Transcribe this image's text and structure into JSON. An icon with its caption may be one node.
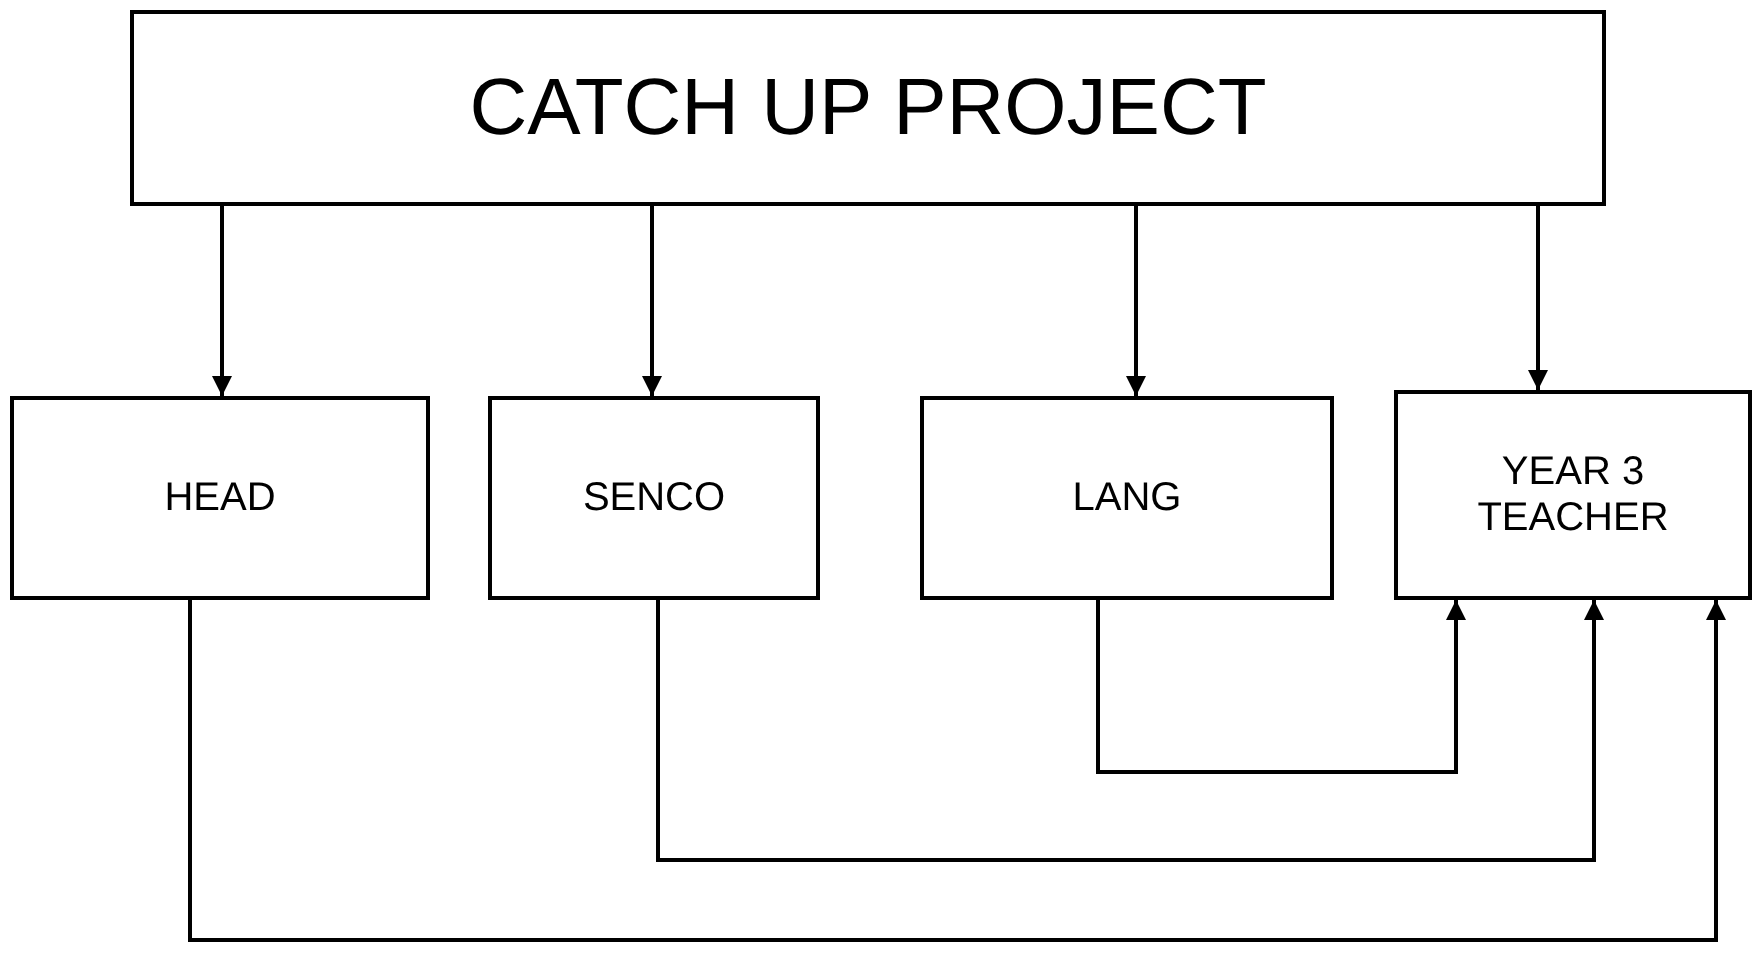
{
  "diagram": {
    "nodes": [
      {
        "text": [
          "CATCH UP PROJECT"
        ]
      },
      {
        "text": [
          "HEAD"
        ]
      },
      {
        "text": [
          "SENCO"
        ]
      },
      {
        "text": [
          "LANG"
        ]
      },
      {
        "text": [
          "YEAR 3 TEACHER"
        ]
      }
    ],
    "edges": [
      {
        "from": 0,
        "to": 1,
        "arrow": "to"
      },
      {
        "from": 0,
        "to": 2,
        "arrow": "to"
      },
      {
        "from": 0,
        "to": 3,
        "arrow": "to"
      },
      {
        "from": 0,
        "to": 4,
        "arrow": "to"
      },
      {
        "from": 3,
        "to": 4,
        "arrow": "to"
      },
      {
        "from": 2,
        "to": 4,
        "arrow": "to"
      },
      {
        "from": 1,
        "to": 4,
        "arrow": "to"
      }
    ]
  }
}
